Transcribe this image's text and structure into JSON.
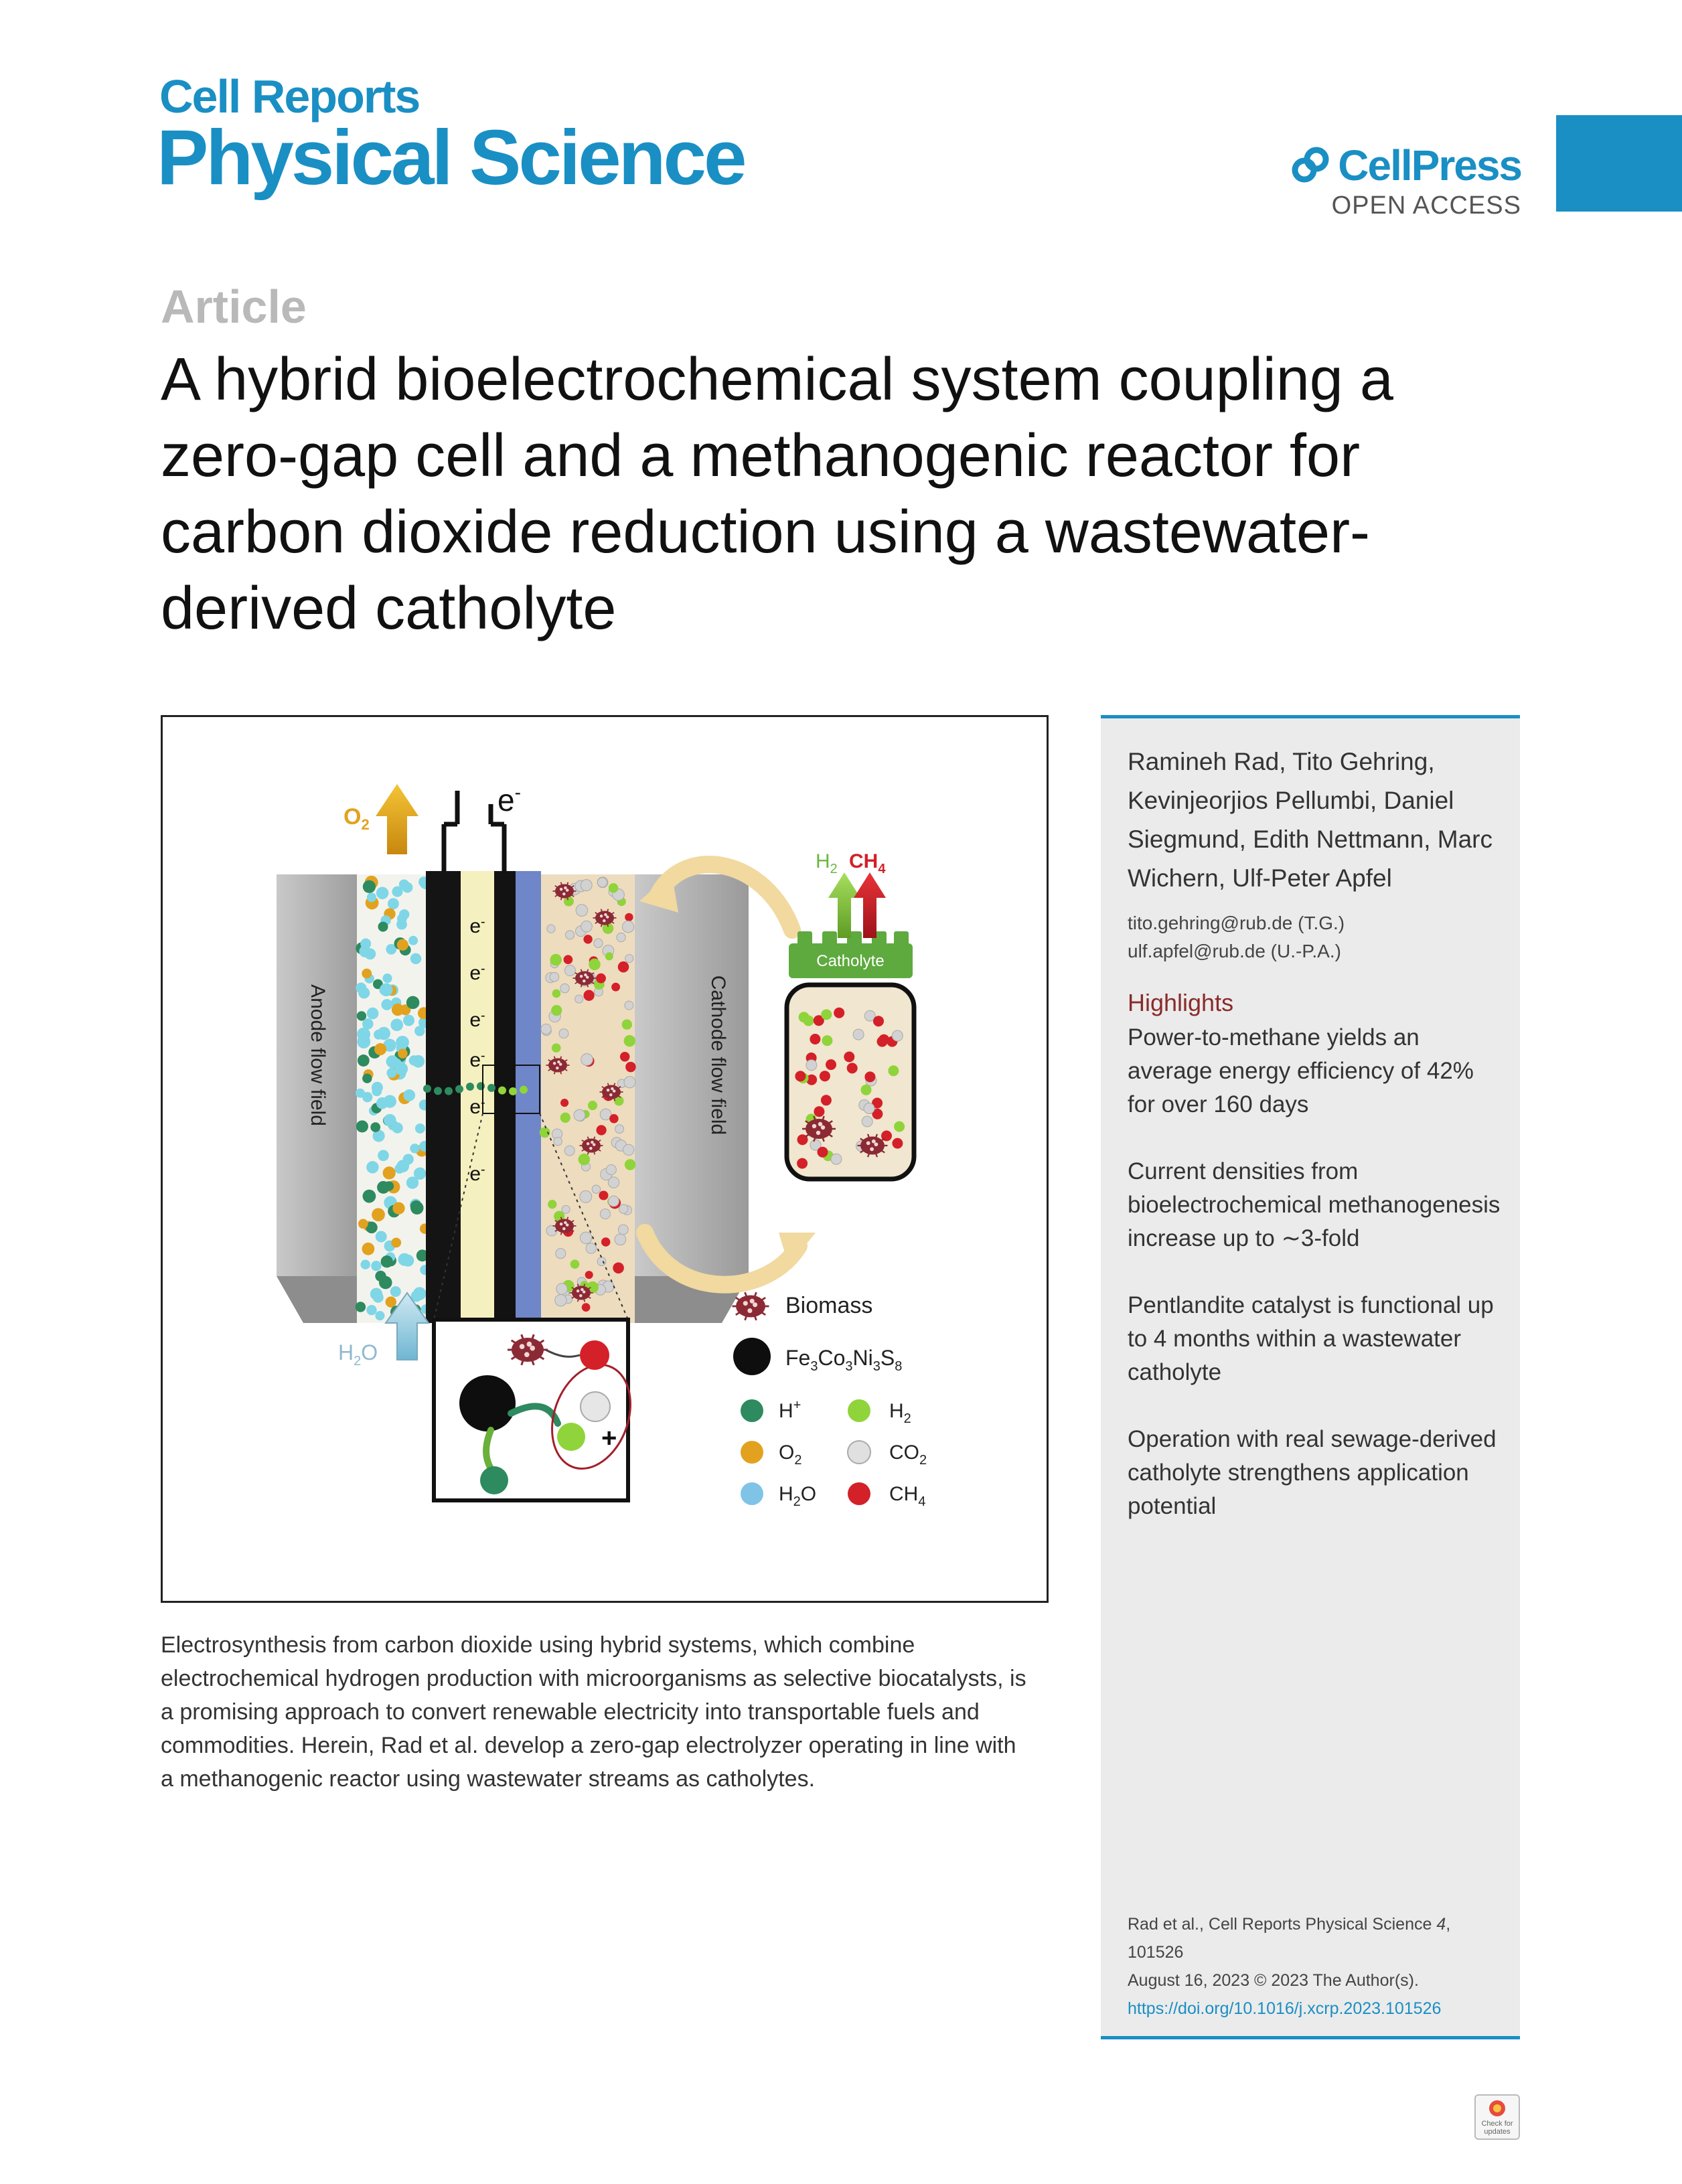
{
  "journal": {
    "line1": "Cell Reports",
    "line2": "Physical Science"
  },
  "publisher": {
    "name": "CellPress",
    "access": "OPEN ACCESS"
  },
  "article_type": "Article",
  "title": "A hybrid bioelectrochemical system coupling a zero-gap cell and a methanogenic reactor for carbon dioxide reduction using a wastewater-derived catholyte",
  "figure": {
    "anode_label": "Anode flow field",
    "cathode_label": "Cathode flow field",
    "electron": "e",
    "electron_sup": "-",
    "o2_label": "O",
    "o2_sub": "2",
    "h2o_label": "H",
    "h2o_sub": "2",
    "h2o_tail": "O",
    "h2_label": "H",
    "h2_sub": "2",
    "ch4_label": "CH",
    "ch4_sub": "4",
    "catholyte_label": "Catholyte",
    "legend": {
      "biomass": "Biomass",
      "catalyst": {
        "p1": "Fe",
        "s1": "3",
        "p2": "Co",
        "s2": "3",
        "p3": "Ni",
        "s3": "3",
        "p4": "S",
        "s4": "8"
      },
      "hplus": "H",
      "hplus_sup": "+",
      "h2": "H",
      "h2_sub": "2",
      "o2": "O",
      "o2_sub": "2",
      "co2": "CO",
      "co2_sub": "2",
      "h2o": "H",
      "h2o_sub": "2",
      "h2o_tail": "O",
      "ch4": "CH",
      "ch4_sub": "4"
    },
    "colors": {
      "hplus": "#2e8a5f",
      "o2": "#e2a21f",
      "h2o": "#7fd6e6",
      "h2": "#8fd43a",
      "co2": "#d2d2d2",
      "ch4": "#d42028",
      "biomass": "#8b2a34"
    }
  },
  "sidebar": {
    "authors": "Ramineh Rad, Tito Gehring, Kevinjeorjios Pellumbi, Daniel Siegmund, Edith Nettmann, Marc Wichern, Ulf-Peter Apfel",
    "email1": "tito.gehring@rub.de (T.G.)",
    "email2": "ulf.apfel@rub.de (U.-P.A.)",
    "highlights_title": "Highlights",
    "highlights": [
      "Power-to-methane yields an average energy efficiency of 42% for over 160 days",
      "Current densities from bioelectrochemical methanogenesis increase up to ∼3-fold",
      "Pentlandite catalyst is functional up to 4 months within a wastewater catholyte",
      "Operation with real sewage-derived catholyte strengthens application potential"
    ],
    "citation_pre": "Rad et al., Cell Reports Physical Science ",
    "citation_vol": "4",
    "citation_post": ", 101526",
    "date": "August 16, 2023 © 2023 The Author(s).",
    "doi": "https://doi.org/10.1016/j.xcrp.2023.101526"
  },
  "summary": "Electrosynthesis from carbon dioxide using hybrid systems, which combine electrochemical hydrogen production with microorganisms as selective biocatalysts, is a promising approach to convert renewable electricity into transportable fuels and commodities. Herein, Rad et al. develop a zero-gap electrolyzer operating in line with a methanogenic reactor using wastewater streams as catholytes.",
  "update_badge": "Check for updates"
}
